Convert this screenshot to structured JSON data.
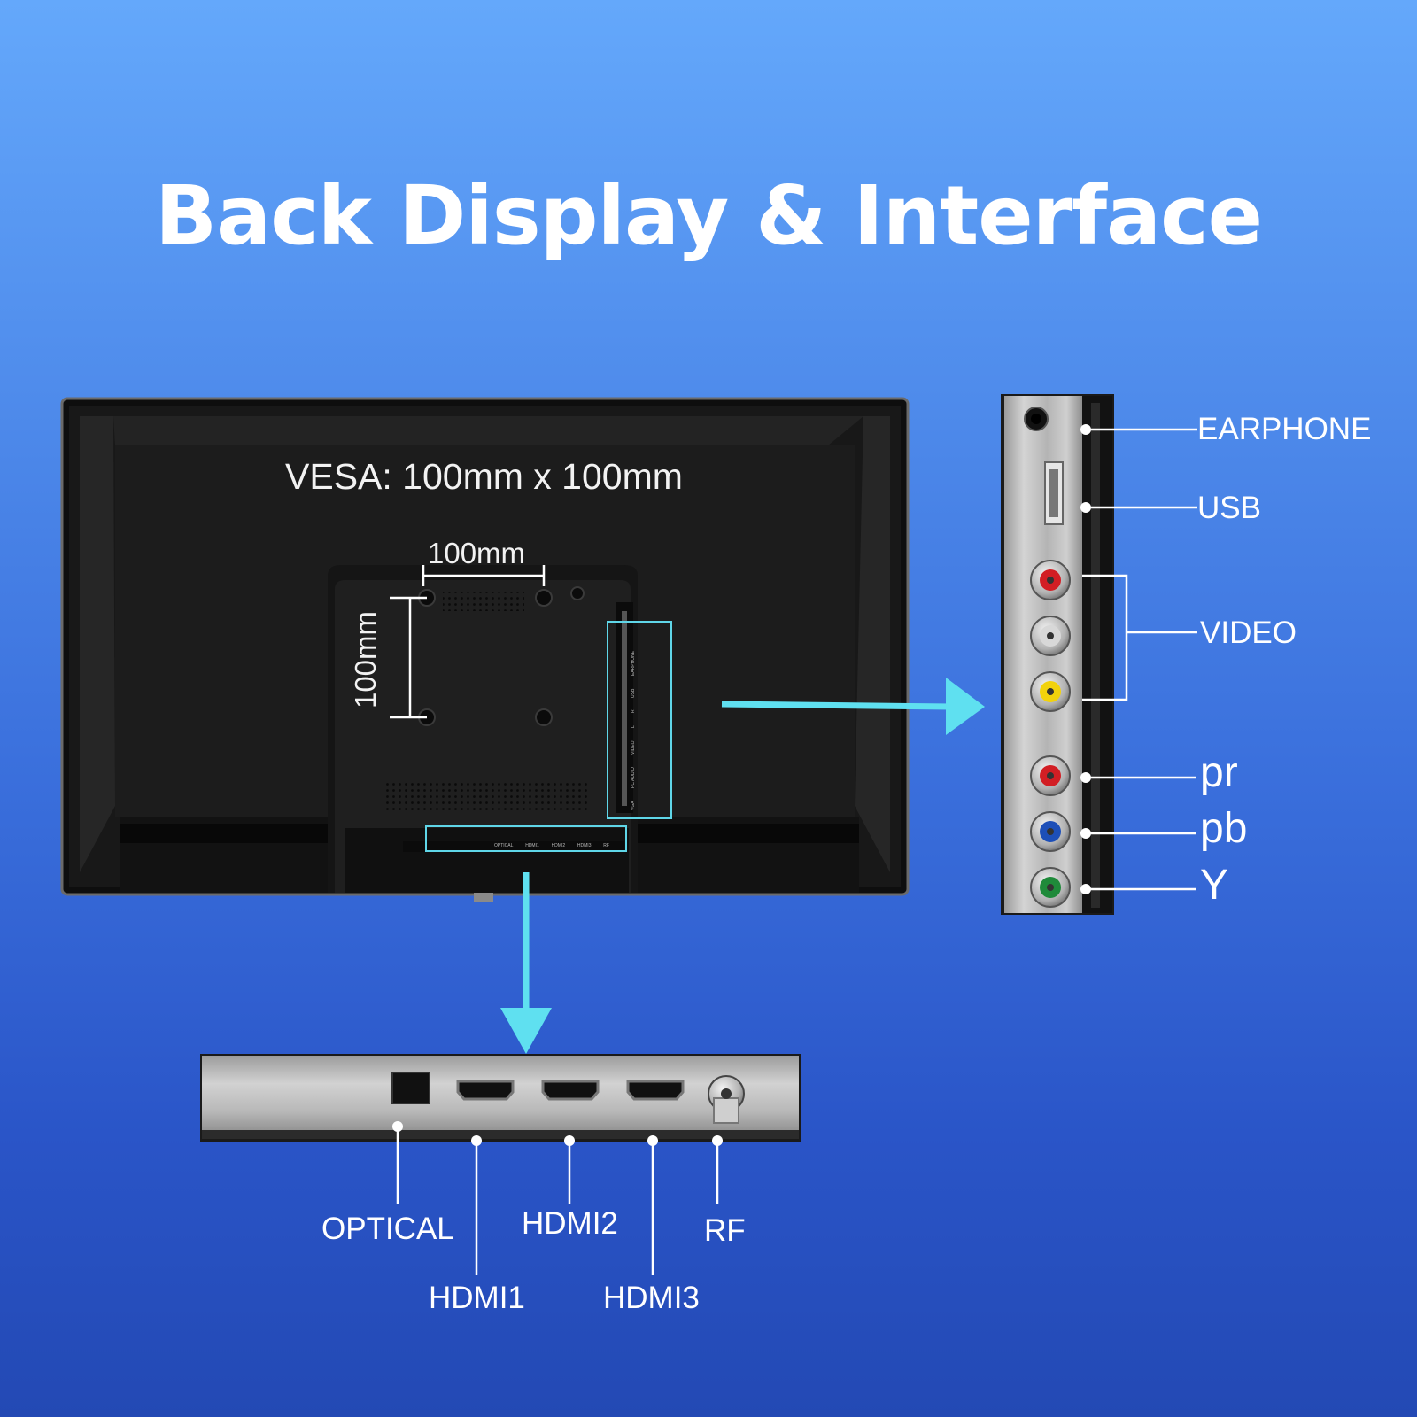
{
  "title": "Back Display & Interface",
  "tv": {
    "vesa_label": "VESA: 100mm x 100mm",
    "horizontal_dim": "100mm",
    "vertical_dim": "100mm",
    "small_port_labels": [
      "OPTICAL",
      "HDMI1",
      "HDMI2",
      "HDMI3",
      "RF"
    ],
    "side_small_labels": [
      "EARPHONE",
      "USB",
      "R",
      "L",
      "VIDEO",
      "PC AUDIO",
      "VGA"
    ]
  },
  "side_panel": {
    "ports": [
      "EARPHONE",
      "USB",
      "VIDEO",
      "pr",
      "pb",
      "Y"
    ]
  },
  "bottom_panel": {
    "ports": [
      "OPTICAL",
      "HDMI1",
      "HDMI2",
      "HDMI3",
      "RF"
    ]
  },
  "colors": {
    "arrow": "#5fe0f0",
    "highlight_box": "#5fd6e8",
    "rca_red": "#d21e24",
    "rca_white": "#d8d8d8",
    "rca_yellow": "#f2d20c",
    "rca_blue": "#1d4fb8",
    "rca_green": "#1f8a3a"
  }
}
